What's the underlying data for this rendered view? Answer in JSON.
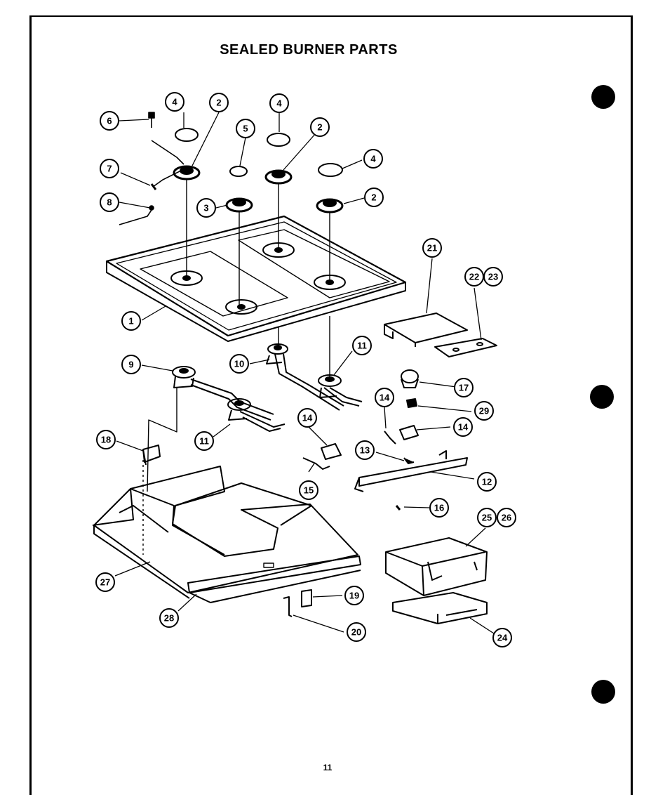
{
  "title": "SEALED BURNER PARTS",
  "page_number": "11",
  "parts": [
    "1",
    "2",
    "3",
    "4",
    "5",
    "6",
    "7",
    "8",
    "9",
    "10",
    "11",
    "12",
    "13",
    "14",
    "15",
    "16",
    "17",
    "18",
    "19",
    "20",
    "21",
    "22",
    "23",
    "24",
    "25",
    "26",
    "27",
    "28",
    "29"
  ],
  "callouts": [
    "4",
    "2",
    "6",
    "5",
    "4",
    "2",
    "7",
    "4",
    "8",
    "2",
    "3",
    "21",
    "22",
    "23",
    "1",
    "11",
    "9",
    "10",
    "17",
    "14",
    "14",
    "29",
    "14",
    "18",
    "11",
    "13",
    "12",
    "15",
    "16",
    "25",
    "26",
    "27",
    "19",
    "28",
    "20",
    "24"
  ]
}
